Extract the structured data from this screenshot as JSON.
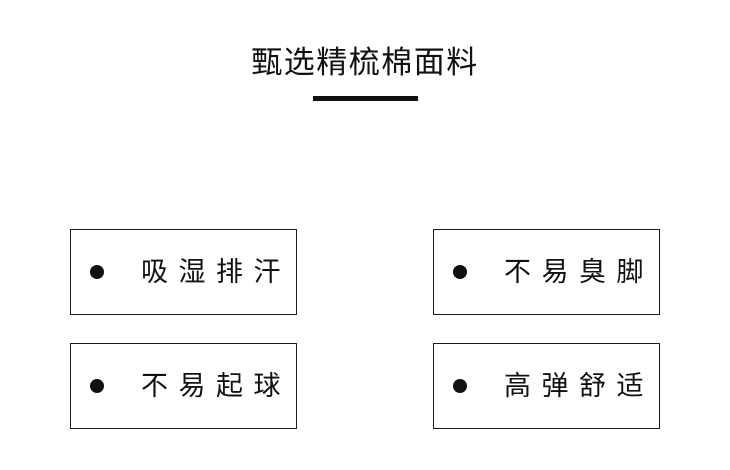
{
  "header": {
    "title": "甄选精梳棉面料"
  },
  "features": {
    "items": [
      {
        "label": "吸 湿 排 汗"
      },
      {
        "label": "不 易 臭 脚"
      },
      {
        "label": "不 易 起 球"
      },
      {
        "label": "高 弹 舒 适"
      }
    ]
  },
  "icons": {
    "bullet": "●"
  },
  "colors": {
    "background": "#ffffff",
    "text": "#111111",
    "box_border": "#1c1c1c",
    "underline": "#111111"
  }
}
